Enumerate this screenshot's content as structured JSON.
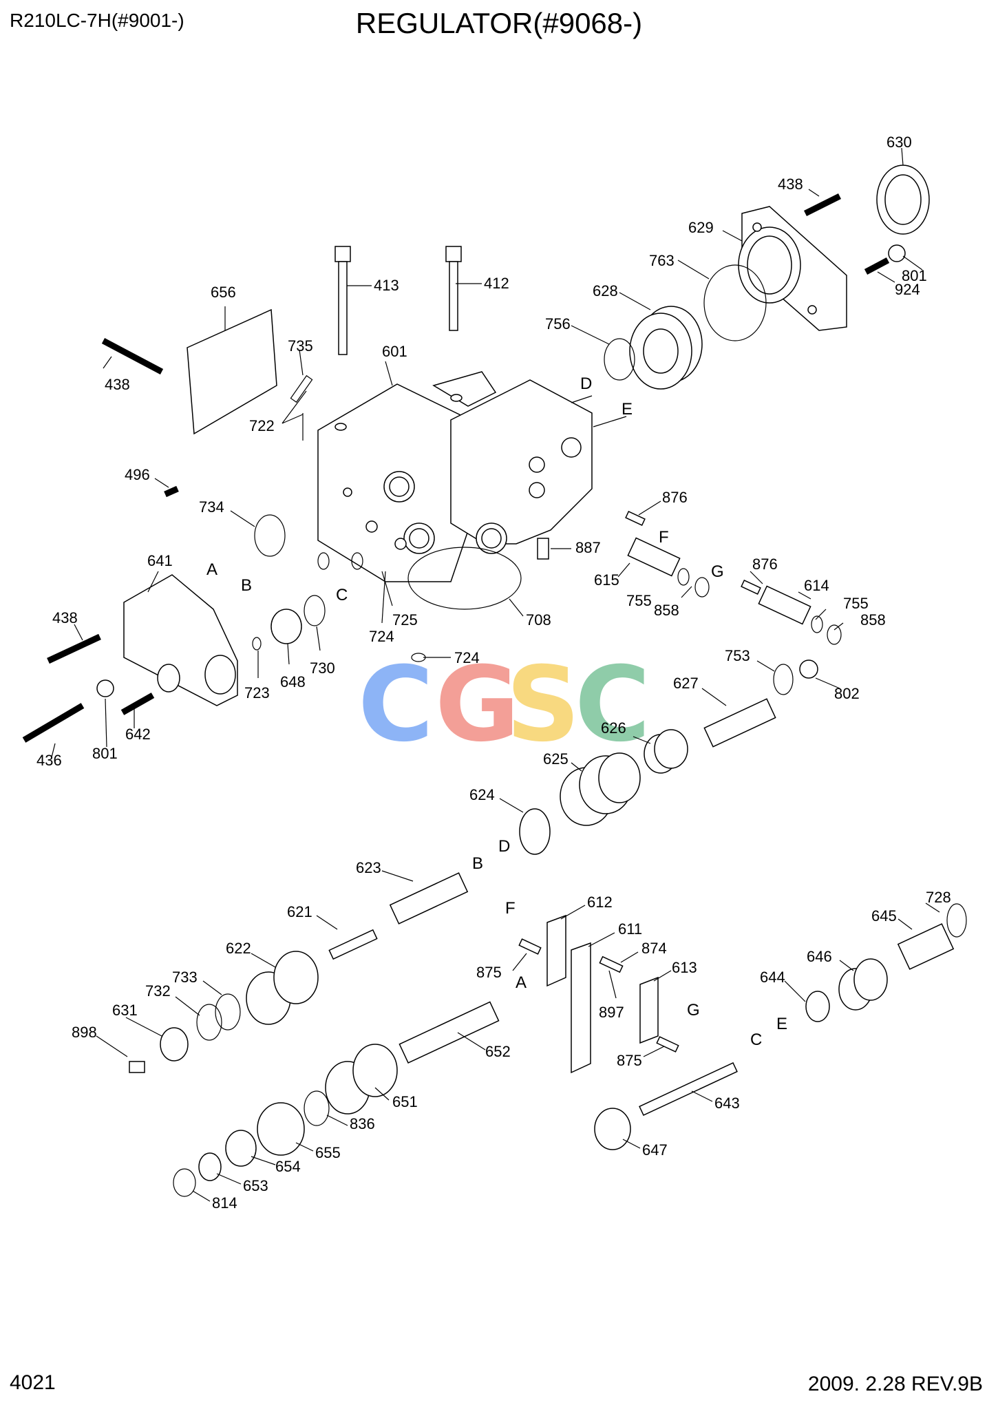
{
  "header": {
    "model": "R210LC-7H(#9001-)",
    "title": "REGULATOR(#9068-)"
  },
  "footer": {
    "page": "4021",
    "revision": "2009. 2.28  REV.9B"
  },
  "watermark": {
    "letters": [
      "C",
      "G",
      "S",
      "C"
    ],
    "colors": [
      "#7aa8f5",
      "#f28f86",
      "#f7d36b",
      "#7cc49b"
    ]
  },
  "parts": [
    {
      "no": "630"
    },
    {
      "no": "438"
    },
    {
      "no": "629"
    },
    {
      "no": "801"
    },
    {
      "no": "924"
    },
    {
      "no": "763"
    },
    {
      "no": "628"
    },
    {
      "no": "756"
    },
    {
      "no": "413"
    },
    {
      "no": "412"
    },
    {
      "no": "656"
    },
    {
      "no": "735"
    },
    {
      "no": "601"
    },
    {
      "no": "438"
    },
    {
      "no": "722"
    },
    {
      "no": "496"
    },
    {
      "no": "734"
    },
    {
      "no": "876"
    },
    {
      "no": "887"
    },
    {
      "no": "615"
    },
    {
      "no": "876"
    },
    {
      "no": "614"
    },
    {
      "no": "755"
    },
    {
      "no": "858"
    },
    {
      "no": "755"
    },
    {
      "no": "858"
    },
    {
      "no": "641"
    },
    {
      "no": "438"
    },
    {
      "no": "724"
    },
    {
      "no": "725"
    },
    {
      "no": "708"
    },
    {
      "no": "730"
    },
    {
      "no": "648"
    },
    {
      "no": "723"
    },
    {
      "no": "724"
    },
    {
      "no": "436"
    },
    {
      "no": "801"
    },
    {
      "no": "642"
    },
    {
      "no": "753"
    },
    {
      "no": "802"
    },
    {
      "no": "627"
    },
    {
      "no": "626"
    },
    {
      "no": "625"
    },
    {
      "no": "624"
    },
    {
      "no": "623"
    },
    {
      "no": "621"
    },
    {
      "no": "622"
    },
    {
      "no": "733"
    },
    {
      "no": "732"
    },
    {
      "no": "631"
    },
    {
      "no": "898"
    },
    {
      "no": "612"
    },
    {
      "no": "611"
    },
    {
      "no": "874"
    },
    {
      "no": "613"
    },
    {
      "no": "875"
    },
    {
      "no": "897"
    },
    {
      "no": "875"
    },
    {
      "no": "728"
    },
    {
      "no": "645"
    },
    {
      "no": "646"
    },
    {
      "no": "644"
    },
    {
      "no": "652"
    },
    {
      "no": "651"
    },
    {
      "no": "836"
    },
    {
      "no": "655"
    },
    {
      "no": "654"
    },
    {
      "no": "653"
    },
    {
      "no": "814"
    },
    {
      "no": "643"
    },
    {
      "no": "647"
    }
  ],
  "refs": [
    {
      "letter": "D"
    },
    {
      "letter": "E"
    },
    {
      "letter": "F"
    },
    {
      "letter": "G"
    },
    {
      "letter": "A"
    },
    {
      "letter": "B"
    },
    {
      "letter": "C"
    },
    {
      "letter": "D"
    },
    {
      "letter": "B"
    },
    {
      "letter": "F"
    },
    {
      "letter": "A"
    },
    {
      "letter": "G"
    },
    {
      "letter": "E"
    },
    {
      "letter": "C"
    }
  ]
}
